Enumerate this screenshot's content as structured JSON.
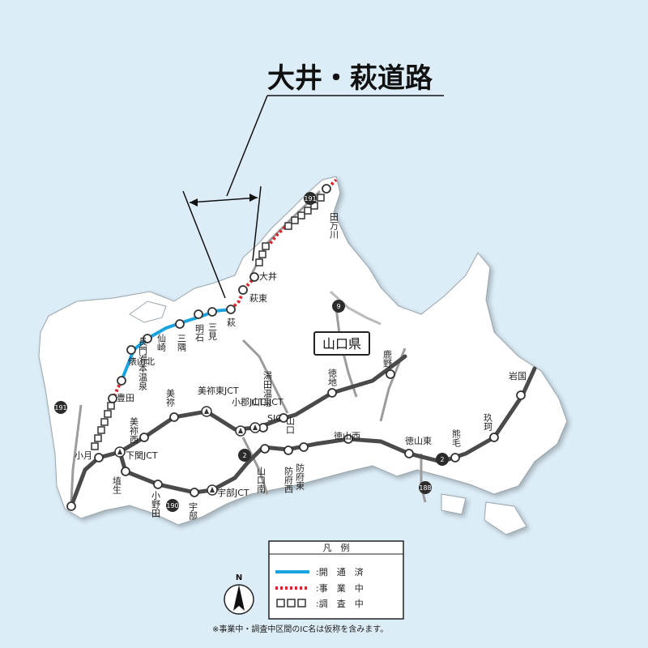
{
  "title": "大井・萩道路",
  "prefecture": "山口県",
  "note": "※事業中・調査中区間のIC名は仮称を含みます。",
  "north": "N",
  "legend": {
    "heading": "凡　例",
    "items": [
      {
        "label": ":開　通　済",
        "style": "open"
      },
      {
        "label": ":事　業　中",
        "style": "construction"
      },
      {
        "label": ":調　査　中",
        "style": "survey"
      }
    ]
  },
  "colors": {
    "open": "#1aa3df",
    "construction": "#d9262e",
    "survey": "#333333",
    "sea": "#dcedf8",
    "land": "#ffffff",
    "road": "#444444"
  },
  "route_shields": [
    "191",
    "9",
    "2",
    "2",
    "188",
    "191",
    "190"
  ],
  "ic_labels": [
    "田万川",
    "大井",
    "萩東",
    "萩",
    "三見",
    "明石",
    "三隅",
    "仙崎",
    "長門湯本温泉",
    "俵山北",
    "豊田",
    "美祢西",
    "美祢",
    "美祢東JCT",
    "小郡JCT",
    "山口JCT",
    "湯田温泉",
    "山口",
    "SIC",
    "徳地",
    "鹿野",
    "岩国",
    "玖珂",
    "熊毛",
    "徳山東",
    "徳山西",
    "防府東",
    "防府西",
    "山口南",
    "小月",
    "下関JCT",
    "埴生",
    "小野田",
    "宇部",
    "宇部JCT"
  ]
}
